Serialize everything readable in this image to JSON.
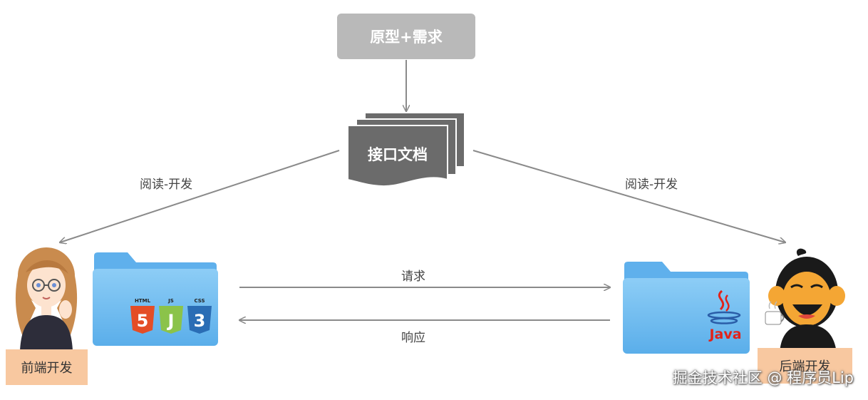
{
  "nodes": {
    "requirements": "原型+需求",
    "api_doc": "接口文档",
    "frontend": "前端开发",
    "backend": "后端开发"
  },
  "edges": {
    "read_left": "阅读-开发",
    "read_right": "阅读-开发",
    "request": "请求",
    "response": "响应"
  },
  "frontend_folder": {
    "badges": [
      "HTML",
      "JS",
      "CSS"
    ],
    "glyphs": [
      "5",
      "J",
      "3"
    ]
  },
  "backend_folder": {
    "logo_text": "Java"
  },
  "watermark": "掘金技术社区 @ 程序员Lip",
  "colors": {
    "box_gray": "#b9b9b9",
    "doc_gray": "#6b6b6b",
    "arrow_gray": "#8a8a8a",
    "folder_blue": "#6ab7ee",
    "label_peach": "#f8c8a0",
    "html_orange": "#e44d26",
    "js_green": "#8bc34a",
    "css_blue": "#2a6db5",
    "java_red": "#e2231a"
  }
}
